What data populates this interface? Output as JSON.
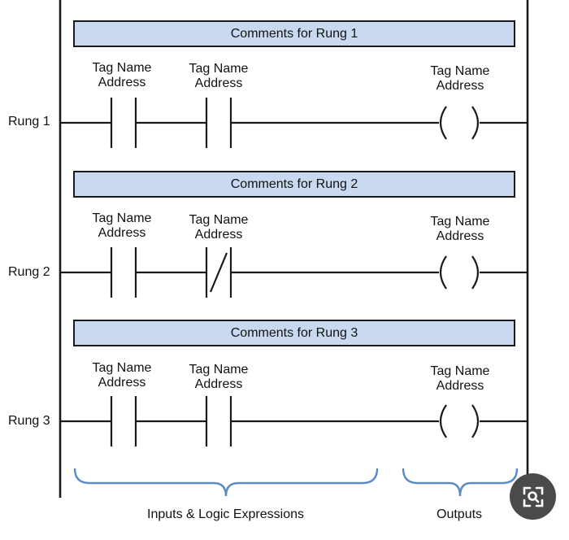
{
  "rungs": [
    {
      "label": "Rung 1",
      "comment": "Comments for Rung 1",
      "inputs": [
        {
          "type": "normally-open",
          "tag_name": "Tag Name",
          "address": "Address"
        },
        {
          "type": "normally-open",
          "tag_name": "Tag Name",
          "address": "Address"
        }
      ],
      "output": {
        "type": "coil",
        "tag_name": "Tag Name",
        "address": "Address"
      }
    },
    {
      "label": "Rung 2",
      "comment": "Comments for Rung 2",
      "inputs": [
        {
          "type": "normally-open",
          "tag_name": "Tag Name",
          "address": "Address"
        },
        {
          "type": "normally-closed",
          "tag_name": "Tag Name",
          "address": "Address"
        }
      ],
      "output": {
        "type": "coil",
        "tag_name": "Tag Name",
        "address": "Address"
      }
    },
    {
      "label": "Rung 3",
      "comment": "Comments for Rung 3",
      "inputs": [
        {
          "type": "normally-open",
          "tag_name": "Tag Name",
          "address": "Address"
        },
        {
          "type": "normally-open",
          "tag_name": "Tag Name",
          "address": "Address"
        }
      ],
      "output": {
        "type": "coil",
        "tag_name": "Tag Name",
        "address": "Address"
      }
    }
  ],
  "sections": {
    "inputs_label": "Inputs & Logic Expressions",
    "outputs_label": "Outputs"
  },
  "colors": {
    "comment_fill": "#c9d9f0",
    "brace": "#5b8ac6",
    "line": "#1a1a1a"
  },
  "overlay": {
    "icon": "lens-search-icon"
  }
}
